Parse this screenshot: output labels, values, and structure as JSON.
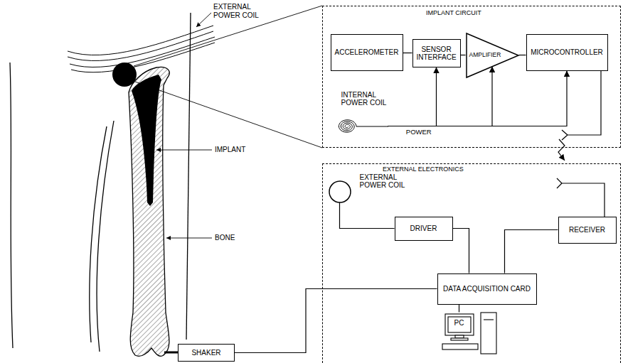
{
  "diagram": {
    "nodes": [
      {
        "text": [
          "IMPLANT CIRCUIT"
        ]
      },
      {
        "text": [
          "ACCELEROMETER"
        ],
        "in": 0
      },
      {
        "text": [
          "SENSOR INTERFACE"
        ],
        "in": 0
      },
      {
        "text": [
          "AMPLIFIER"
        ],
        "in": 0
      },
      {
        "text": [
          "MICROCONTROLLER"
        ],
        "in": 0
      },
      {
        "text": [
          "INTERNAL POWER COIL"
        ],
        "in": 0
      },
      {
        "text": [
          "EXTERNAL ELECTRONICS"
        ]
      },
      {
        "text": [
          "EXTERNAL POWER COIL"
        ],
        "in": 6
      },
      {
        "text": [
          "DRIVER"
        ],
        "in": 6
      },
      {
        "text": [
          "RECEIVER"
        ],
        "in": 6
      },
      {
        "text": [
          "DATA ACQUISITION CARD"
        ],
        "in": 6
      },
      {
        "text": [
          "PC"
        ],
        "in": 6
      },
      {
        "text": [
          "SHAKER"
        ]
      }
    ],
    "edges": [
      {
        "from": 1,
        "to": 2,
        "arrow": "none"
      },
      {
        "from": 2,
        "to": 3,
        "arrow": "none"
      },
      {
        "from": 3,
        "to": 4,
        "arrow": "none"
      },
      {
        "from": 5,
        "to": 2,
        "arrow": "to"
      },
      {
        "from": 5,
        "to": 3,
        "arrow": "to",
        "label": "POWER"
      },
      {
        "from": 5,
        "to": 4,
        "arrow": "to"
      },
      {
        "from": 7,
        "to": 8,
        "arrow": "none"
      },
      {
        "from": 8,
        "to": 10,
        "arrow": "none"
      },
      {
        "from": 9,
        "to": 10,
        "arrow": "none"
      },
      {
        "from": 10,
        "to": 11,
        "arrow": "none"
      },
      {
        "from": 12,
        "to": 10,
        "arrow": "none"
      }
    ],
    "labels": [
      "EXTERNAL POWER COIL",
      "IMPLANT",
      "BONE"
    ]
  }
}
